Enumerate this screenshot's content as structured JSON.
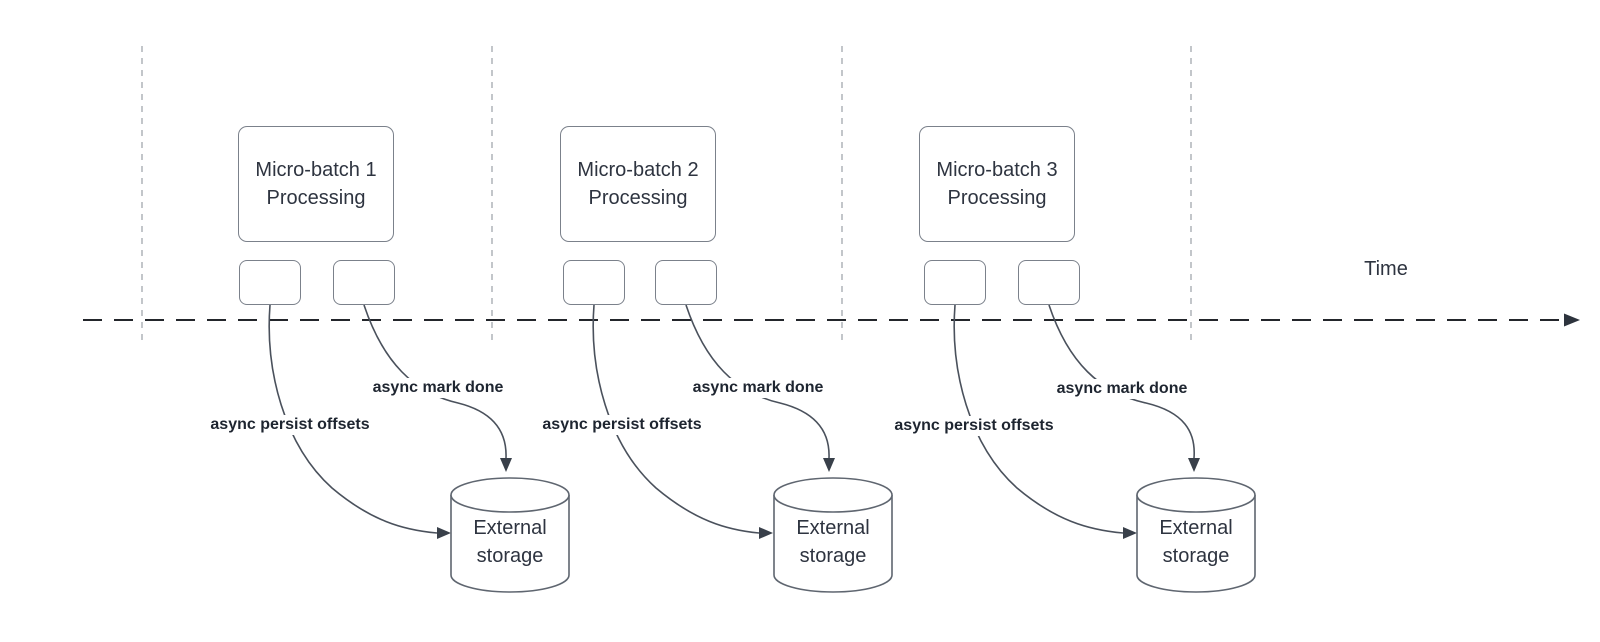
{
  "diagram": {
    "timeline": {
      "label": "Time"
    },
    "groups": [
      {
        "box_line1": "Micro-batch 1",
        "box_line2": "Processing",
        "persist_label": "async persist offsets",
        "mark_label": "async mark done",
        "storage_line1": "External",
        "storage_line2": "storage"
      },
      {
        "box_line1": "Micro-batch 2",
        "box_line2": "Processing",
        "persist_label": "async persist offsets",
        "mark_label": "async mark done",
        "storage_line1": "External",
        "storage_line2": "storage"
      },
      {
        "box_line1": "Micro-batch 3",
        "box_line2": "Processing",
        "persist_label": "async persist offsets",
        "mark_label": "async mark done",
        "storage_line1": "External",
        "storage_line2": "storage"
      }
    ],
    "colors": {
      "canvas_bg": "#ffffff",
      "shape_border": "#7b818b",
      "cylinder_border": "#5f6670",
      "shape_text": "#2e3440",
      "edge_label_text": "#1e2530",
      "curve_stroke": "#4a515c",
      "arrowhead_fill": "#39404a",
      "timeline_stroke": "#23262b",
      "gridline_stroke": "#b4b8bd"
    }
  }
}
